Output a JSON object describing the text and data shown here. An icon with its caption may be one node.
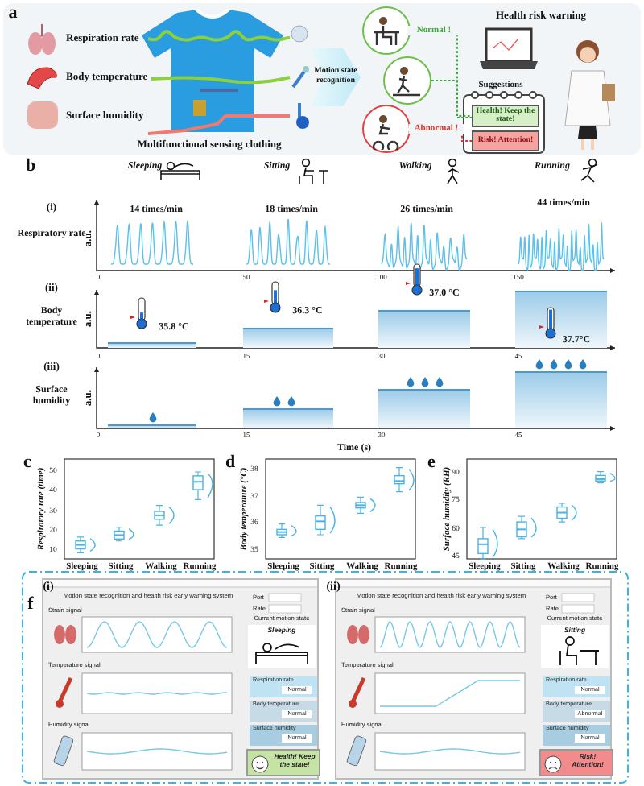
{
  "diagram": {
    "nodes": [
      {
        "text": [],
        "shape": "picture"
      },
      {
        "text": [],
        "shape": "picture"
      },
      {
        "text": [],
        "shape": "picture"
      },
      {
        "text": [
          "Health! Keep the state!"
        ]
      },
      {
        "text": [
          "Risk! Attention!"
        ]
      },
      {
        "text": [
          "Motion state recognition and health risk early warning system"
        ]
      },
      {
        "text": [
          "Respiration rate",
          "Normal"
        ],
        "in": 5
      },
      {
        "text": [
          "Body temperature",
          "Normal"
        ],
        "in": 5
      },
      {
        "text": [
          "Surface humidity",
          "Normal"
        ],
        "in": 5
      },
      {
        "text": [
          "Health! Keep the state!"
        ],
        "in": 5
      },
      {
        "text": [
          "Motion state recognition and health risk early warning system"
        ]
      },
      {
        "text": [
          "Respiration rate",
          "Normal"
        ],
        "in": 10
      },
      {
        "text": [
          "Body temperature",
          "Abnormal"
        ],
        "in": 10
      },
      {
        "text": [
          "Surface humidity",
          "Normal"
        ],
        "in": 10
      },
      {
        "text": [
          "Risk! Attention!"
        ],
        "in": 10
      },
      {
        "text": [
          "Motion state recognition"
        ]
      }
    ],
    "edges": [
      {
        "from": 0,
        "to": 3,
        "arrow": "none",
        "style": "dashed",
        "label": "Normal !"
      },
      {
        "from": 1,
        "to": 3,
        "arrow": "none",
        "style": "dashed"
      },
      {
        "from": 2,
        "to": 4,
        "arrow": "none",
        "style": "dashed",
        "color": "#e0302a",
        "label": "Abnormal !"
      }
    ],
    "labels": [
      "a",
      "Respiration rate",
      "Body temperature",
      "Surface humidity",
      "Multifunctional sensing clothing",
      "Health risk warning",
      "Suggestions",
      "b",
      "Sleeping",
      "Sitting",
      "Walking",
      "Running",
      "(i)",
      "Respiratory rate",
      "a.u.",
      "14 times/min",
      "18 times/min",
      "26 times/min",
      "44 times/min",
      "0",
      "50",
      "100",
      "150",
      "(ii)",
      "Body temperature",
      "a.u.",
      "35.8 °C",
      "36.3 °C",
      "37.0 °C",
      "37.7°C",
      "0",
      "15",
      "30",
      "45",
      "(iii)",
      "Surface humidity",
      "a.u.",
      "0",
      "15",
      "30",
      "45",
      "Time (s)",
      "c",
      "Respiratory rate (time)",
      "10",
      "20",
      "30",
      "40",
      "50",
      "Sleeping",
      "Sitting",
      "Walking",
      "Running",
      "d",
      "Body temperature (°C)",
      "35",
      "36",
      "37",
      "38",
      "Sleeping",
      "Sitting",
      "Walking",
      "Running",
      "e",
      "Surface humidity (RH)",
      "45",
      "60",
      "75",
      "90",
      "Sleeping",
      "Sitting",
      "Walking",
      "Running",
      "f",
      "(i)",
      "Port",
      "Rate",
      "Strain signal",
      "Temperature signal",
      "Humidity signal",
      "Current motion state",
      "Sleeping",
      "(ii)",
      "Port",
      "Rate",
      "Strain signal",
      "Temperature signal",
      "Humidity signal",
      "Current motion state",
      "Sitting"
    ]
  }
}
